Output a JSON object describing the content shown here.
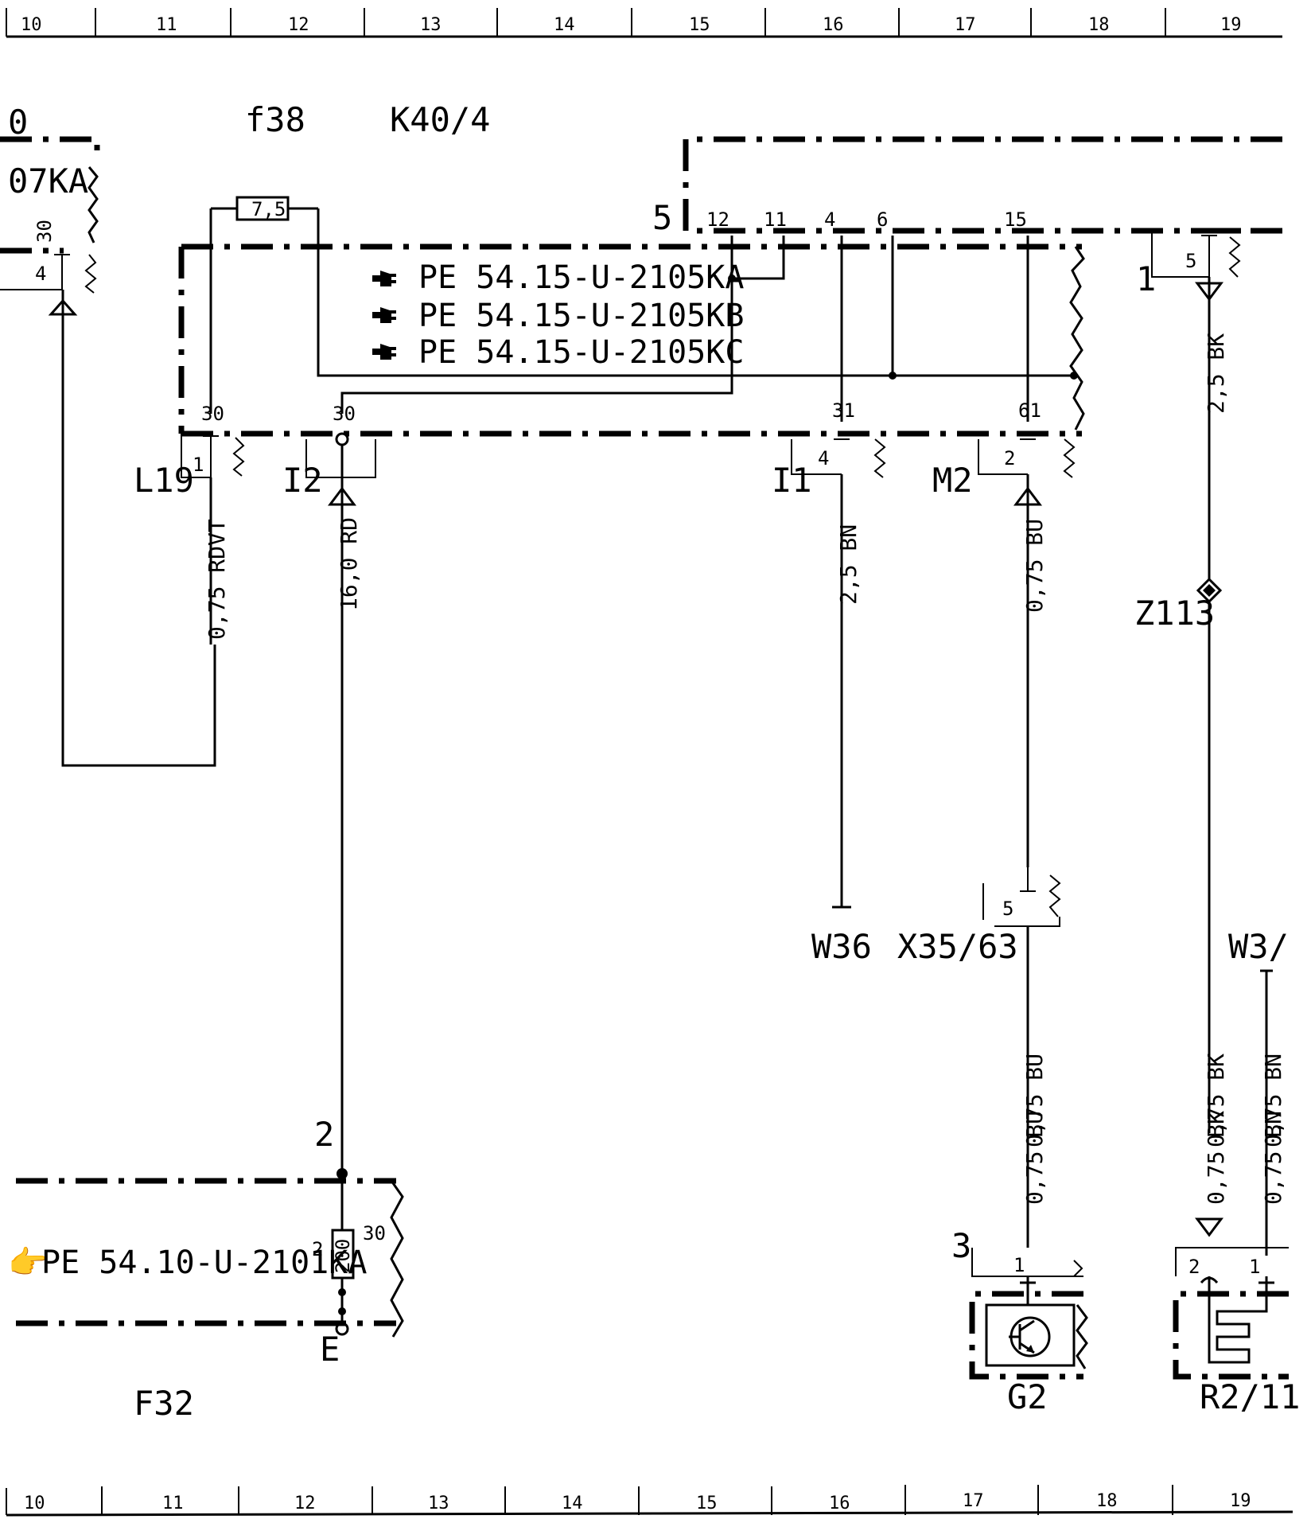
{
  "ruler": {
    "top": [
      "10",
      "11",
      "12",
      "13",
      "14",
      "15",
      "16",
      "17",
      "18",
      "19"
    ],
    "bottom": [
      "10",
      "11",
      "12",
      "13",
      "14",
      "15",
      "16",
      "17",
      "18",
      "19"
    ]
  },
  "labels": {
    "partial_0": "0",
    "partial_07ka": "07KA",
    "fuse_ref": "f38",
    "fuse_value": "7,5",
    "module": "K40/4",
    "module_conn": "5",
    "pe_ka": "PE 54.15-U-2105KA",
    "pe_kb": "PE 54.15-U-2105KB",
    "pe_kc": "PE 54.15-U-2105KC",
    "pe_lower": "PE 54.10-U-2101KA",
    "pe_lower_sup": "2",
    "l19": "L19",
    "i2": "I2",
    "i1": "I1",
    "m2": "M2",
    "z113": "Z113",
    "w36": "W36",
    "x35": "X35/63",
    "w3": "W3/",
    "f32": "F32",
    "g2": "G2",
    "r2": "R2/11",
    "e": "E",
    "node2": "2",
    "res_value": "200",
    "res_pin": "30",
    "g2_conn": "3",
    "conn_1_right": "1"
  },
  "pins": {
    "p12": "12",
    "p11": "11",
    "p4": "4",
    "p6": "6",
    "p15": "15",
    "p30a": "30",
    "p30b": "30",
    "p31": "31",
    "p61": "61",
    "left30": "30",
    "left4": "4",
    "l19_1": "1",
    "i1_4": "4",
    "m2_2": "2",
    "right_5": "5",
    "x35_5": "5",
    "g2_1": "1",
    "r2_2": "2",
    "r2_1": "1"
  },
  "wires": {
    "rdvt": "0,75 RDVT",
    "rd": "16,0 RD",
    "bn": "2,5 BN",
    "bu_upper": "0,75 BU",
    "bk_upper": "2,5 BK",
    "bu_lower": "0,75 BU",
    "bk_lower": "0,75 BK",
    "bn_lower": "0,75 BN"
  },
  "icons": {
    "pointer": "pointing-hand-icon",
    "ground": "ground-triangle-icon",
    "transistor": "transistor-icon",
    "heater": "heater-element-icon",
    "splice": "splice-diamond-icon"
  }
}
